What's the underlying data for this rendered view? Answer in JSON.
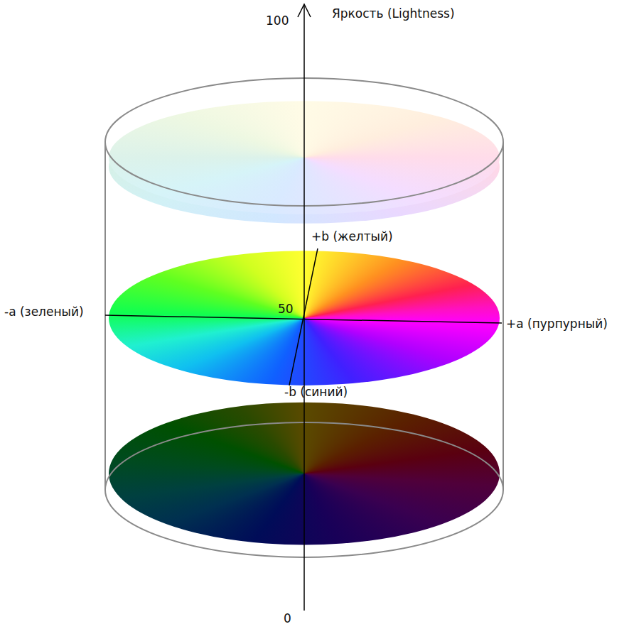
{
  "diagram": {
    "labels": [
      "100",
      "Яркость (Lightness)",
      "+b (желтый)",
      "-a (зеленый)",
      "50",
      "+a (пурпурный)",
      "-b (синий)",
      "0"
    ]
  }
}
